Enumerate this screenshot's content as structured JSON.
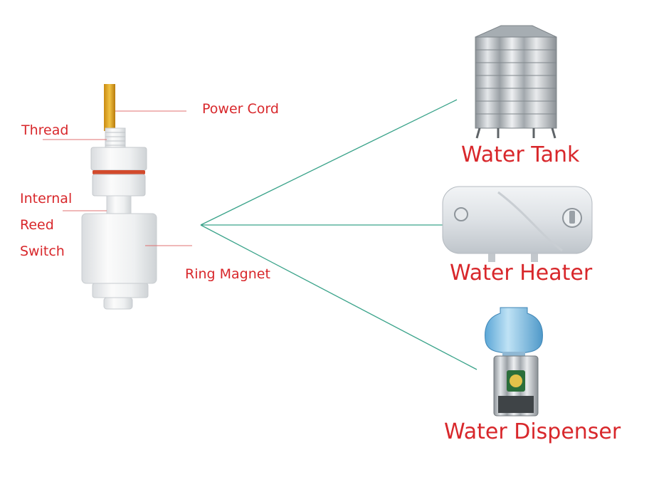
{
  "sensor_labels": {
    "thread": "Thread",
    "power_cord": "Power Cord",
    "internal_reed_switch": [
      "Internal",
      "Reed",
      "Switch"
    ],
    "ring_magnet": "Ring Magnet"
  },
  "applications": [
    {
      "id": "water-tank",
      "label": "Water Tank",
      "icon": "water-tank-image"
    },
    {
      "id": "water-heater",
      "label": "Water Heater",
      "icon": "water-heater-image"
    },
    {
      "id": "water-dispenser",
      "label": "Water Dispenser",
      "icon": "water-dispenser-image"
    }
  ],
  "colors": {
    "label_red": "#d8272b",
    "connector_teal": "#3aa38a",
    "leader_line": "#e07070"
  }
}
